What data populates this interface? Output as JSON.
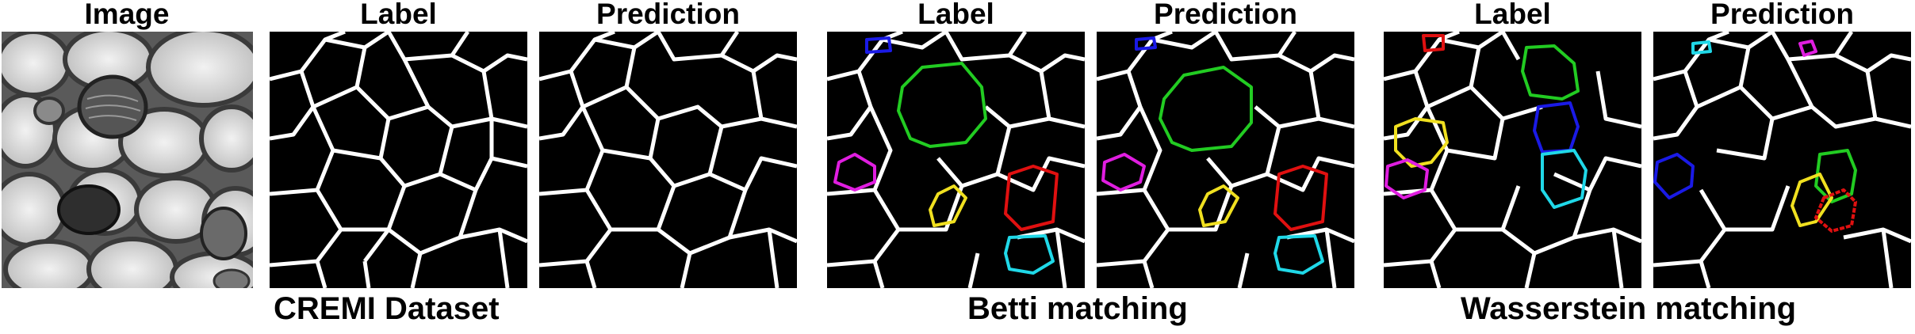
{
  "titles": {
    "image": "Image",
    "label1": "Label",
    "pred1": "Prediction",
    "label2": "Label",
    "pred2": "Prediction",
    "label3": "Label",
    "pred3": "Prediction"
  },
  "captions": {
    "cremi": "CREMI Dataset",
    "betti": "Betti matching",
    "wasserstein": "Wasserstein matching"
  },
  "colors": {
    "membrane": "#ffffff",
    "background": "#000000",
    "blue": "#1a1ae6",
    "green": "#22cc22",
    "magenta": "#e01ee0",
    "yellow": "#f0e020",
    "red": "#e01010",
    "cyan": "#20d8e8"
  }
}
